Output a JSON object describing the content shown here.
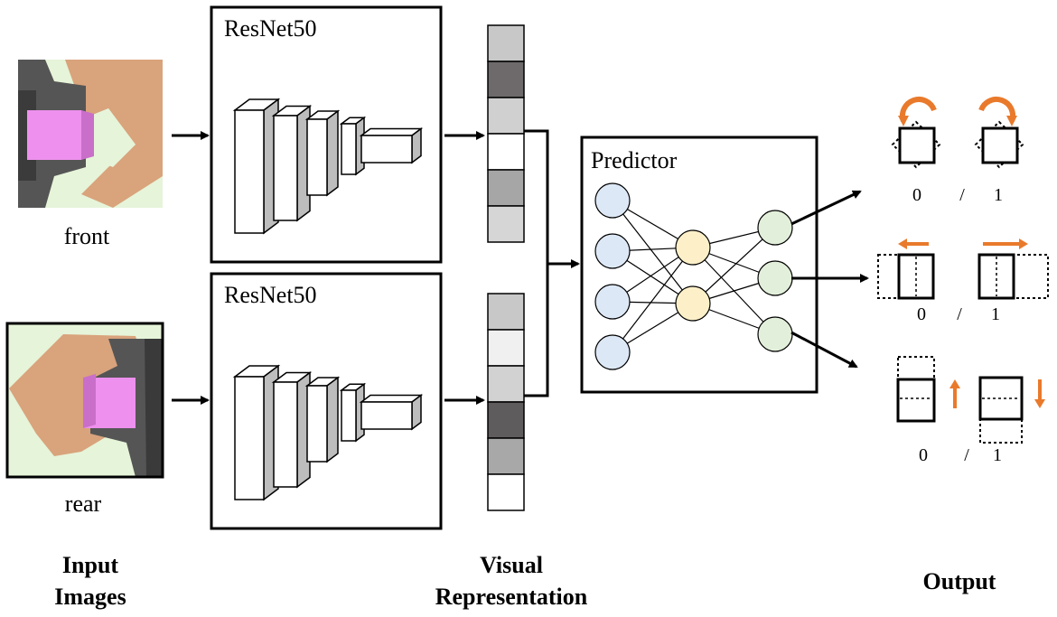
{
  "inputs": {
    "front_label": "front",
    "rear_label": "rear",
    "heading_line1": "Input",
    "heading_line2": "Images"
  },
  "encoders": {
    "top_title": "ResNet50",
    "bottom_title": "ResNet50"
  },
  "representation": {
    "heading_line1": "Visual",
    "heading_line2": "Representation",
    "top_cells": [
      "#c8c8c8",
      "#6e6a6b",
      "#d0d0d0",
      "#ffffff",
      "#a6a6a6",
      "#d6d6d6"
    ],
    "bottom_cells": [
      "#c8c8c8",
      "#f0f0f0",
      "#d2d2d2",
      "#5f5c5d",
      "#a8a8a8",
      "#ffffff"
    ]
  },
  "predictor": {
    "title": "Predictor",
    "node_colors": {
      "input": "#dde8f6",
      "hidden": "#fdf0c8",
      "output": "#e2efda"
    }
  },
  "output": {
    "heading": "Output",
    "rows": [
      {
        "left": "0",
        "sep": "/",
        "right": "1"
      },
      {
        "left": "0",
        "sep": "/",
        "right": "1"
      },
      {
        "left": "0",
        "sep": "/",
        "right": "1"
      }
    ],
    "arrow_color": "#e97a2c"
  }
}
